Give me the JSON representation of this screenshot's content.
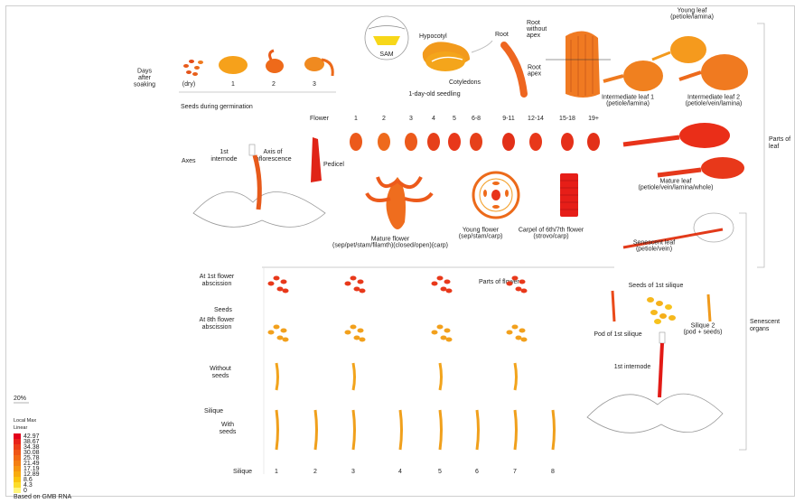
{
  "germination": {
    "title": "Days\nafter\nsoaking",
    "stages": [
      "(dry)",
      "1",
      "2",
      "3"
    ],
    "caption": "Seeds during germination"
  },
  "seedling": {
    "sam": "SAM",
    "hypocotyl": "Hypocotyl",
    "cotyledons": "Cotyledons",
    "root": "Root",
    "root_without_apex": "Root\nwithout\napex",
    "root_apex": "Root\napex",
    "caption": "1-day-old seedling"
  },
  "leaves": {
    "young": "Young leaf\n(petiole/lamina)",
    "intermediate1": "Intermediate leaf 1\n(petiole/lamina)",
    "intermediate2": "Intermediate leaf 2\n(petiole/vein/lamina)",
    "mature": "Mature leaf\n(petiole/vein/lamina/whole)",
    "senescent": "Senescent leaf\n(petiole/vein)",
    "group": "Parts of\nleaf"
  },
  "flower": {
    "axes": "Axes",
    "first_internode": "1st\ninternode",
    "axis_inflorescence": "Axis of\ninflorescence",
    "pedicel": "Pedicel",
    "flower_label": "Flower",
    "stages": [
      "1",
      "2",
      "3",
      "4",
      "5",
      "6-8",
      "9-11",
      "12-14",
      "15-18",
      "19+"
    ],
    "mature": "Mature flower\n(sep/pet/stam/filamth)(closed/open)(carp)",
    "young": "Young flower\n(sep/stam/carp)",
    "carpel": "Carpel of 6th/7th flower\n(strovo/carp)"
  },
  "siliques": {
    "seeds": "Seeds",
    "at_first": "At 1st flower\nabscission",
    "at_eighth": "At 8th flower\nabscission",
    "without": "Without\nseeds",
    "silique": "Silique",
    "with": "With\nseeds",
    "parts_of_flower": "Parts of flower",
    "axis_label": "Silique",
    "numbers": [
      "1",
      "2",
      "3",
      "4",
      "5",
      "6",
      "7",
      "8"
    ]
  },
  "senescent_organs": {
    "seeds_first": "Seeds of 1st silique",
    "pod_first": "Pod of 1st silique",
    "silique2": "Silique 2\n(pod + seeds)",
    "first_internode": "1st internode",
    "group": "Senescent\norgans"
  },
  "legend": {
    "scale": "20%",
    "title": "Local Max\nLinear",
    "values": [
      "42.97",
      "38.67",
      "34.38",
      "30.08",
      "25.78",
      "21.49",
      "17.19",
      "12.89",
      "8.6",
      "4.3",
      "0"
    ],
    "colors": [
      "#e3001b",
      "#e8231a",
      "#ec3e18",
      "#ef5516",
      "#f26a14",
      "#f47f12",
      "#f69510",
      "#f8ab0f",
      "#fac40f",
      "#fcdc2a",
      "#fff57a"
    ],
    "footer": "Based on GMB RNA"
  }
}
